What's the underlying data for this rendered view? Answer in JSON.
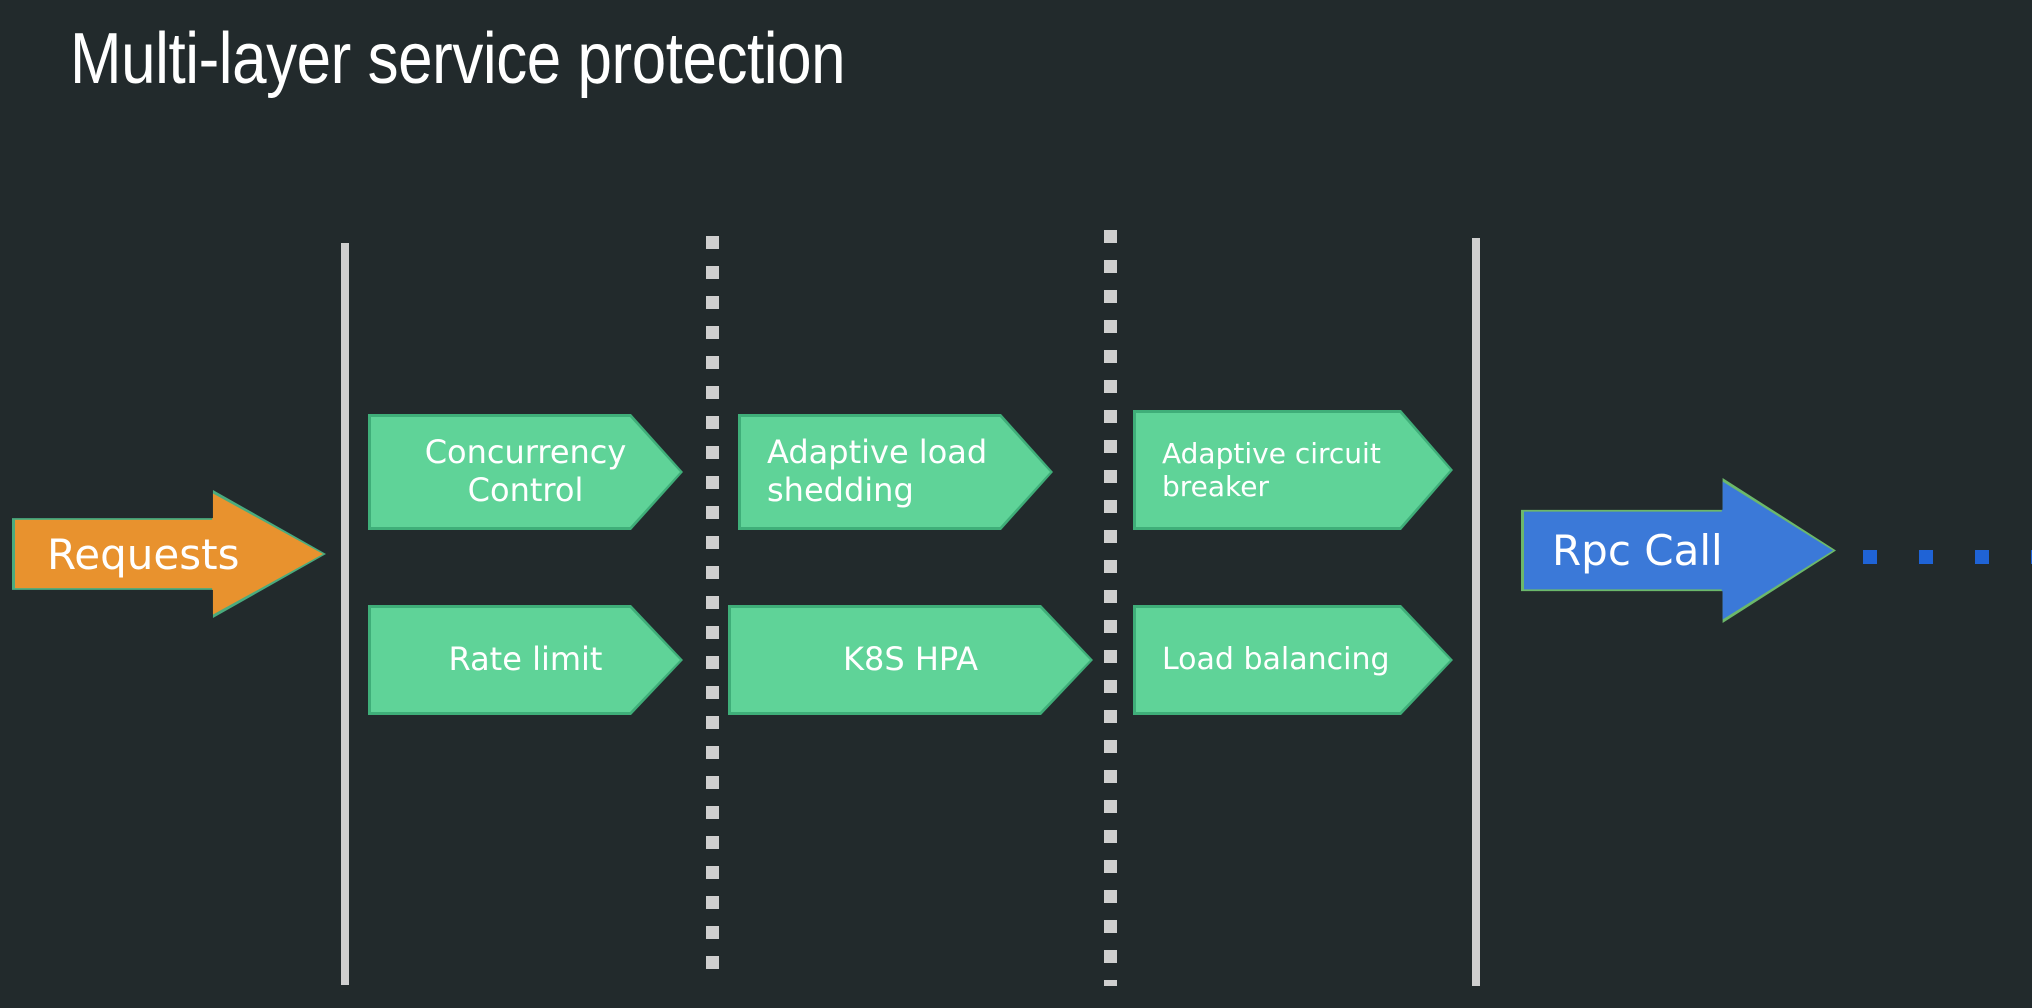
{
  "title": "Multi-layer service protection",
  "colors": {
    "background": "#222a2c",
    "title_text": "#ffffff",
    "divider": "#cfcfcf",
    "green_fill": "#5fd398",
    "green_border": "#3fae79",
    "orange_fill": "#e8922e",
    "orange_border": "#4aab7e",
    "blue_fill": "#3b79d8",
    "blue_border": "#6cb86a",
    "trail_dot": "#1f63d6"
  },
  "entry": {
    "label": "Requests"
  },
  "exit": {
    "label": "Rpc Call",
    "trail_dot_count": 4
  },
  "dividers": [
    {
      "name": "boundary-left",
      "style": "solid"
    },
    {
      "name": "stage-split-1",
      "style": "dotted"
    },
    {
      "name": "stage-split-2",
      "style": "dotted"
    },
    {
      "name": "boundary-right",
      "style": "solid"
    }
  ],
  "stages": [
    {
      "name": "stage-1",
      "top": "Concurrency\nControl",
      "bottom": "Rate limit"
    },
    {
      "name": "stage-2",
      "top": "Adaptive load\nshedding",
      "bottom": "K8S HPA"
    },
    {
      "name": "stage-3",
      "top": "Adaptive circuit\nbreaker",
      "bottom": "Load balancing"
    }
  ]
}
